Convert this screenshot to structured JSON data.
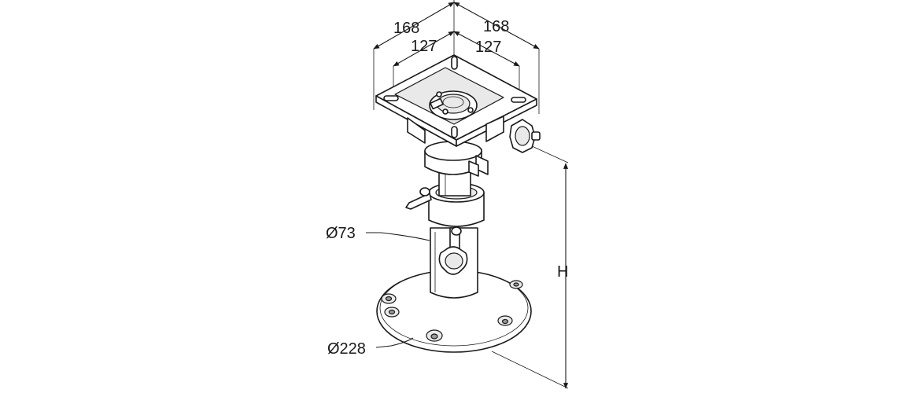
{
  "diagram": {
    "dimensions": {
      "top_left_outer": "168",
      "top_right_outer": "168",
      "top_left_inner": "127",
      "top_right_inner": "127",
      "column_diameter": "Ø73",
      "base_diameter": "Ø228",
      "height": "H"
    },
    "colors": {
      "line": "#1a1a1a",
      "background": "#ffffff",
      "shade": "#e9e9e9"
    }
  }
}
